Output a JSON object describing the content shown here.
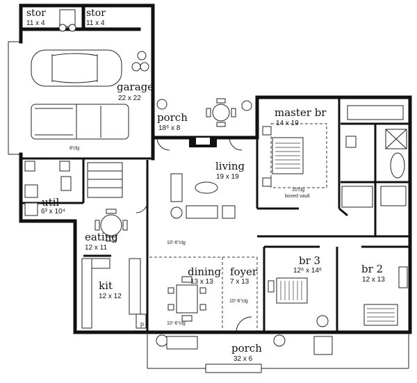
{
  "rooms": [
    {
      "id": "stor-left",
      "name": "stor",
      "size": "11 x 4"
    },
    {
      "id": "stor-right",
      "name": "stor",
      "size": "11 x 4"
    },
    {
      "id": "garage",
      "name": "garage",
      "size": "22 x 22",
      "note": "8'clg"
    },
    {
      "id": "porch-rear",
      "name": "porch",
      "size": "18⁶ x 8"
    },
    {
      "id": "master-br",
      "name": "master br",
      "size": "14 x 19",
      "note1": "10'clg",
      "note2": "boxed vault"
    },
    {
      "id": "living",
      "name": "living",
      "size": "19 x 19",
      "note": "10'-6\"clg"
    },
    {
      "id": "util",
      "name": "util",
      "size": "6³ x 10⁴"
    },
    {
      "id": "eating",
      "name": "eating",
      "size": "12 x 11"
    },
    {
      "id": "kit",
      "name": "kit",
      "size": "12 x 12"
    },
    {
      "id": "dining",
      "name": "dining",
      "size": "13 x 13",
      "note": "10'-6\"clg"
    },
    {
      "id": "foyer",
      "name": "foyer",
      "size": "7 x 13",
      "note": "10'-6\"clg"
    },
    {
      "id": "br3",
      "name": "br 3",
      "size": "12⁶ x 14⁶"
    },
    {
      "id": "br2",
      "name": "br 2",
      "size": "12 x 13"
    },
    {
      "id": "porch-front",
      "name": "porch",
      "size": "32 x 6"
    }
  ],
  "fixtures": {
    "pantry_mark": "p"
  }
}
